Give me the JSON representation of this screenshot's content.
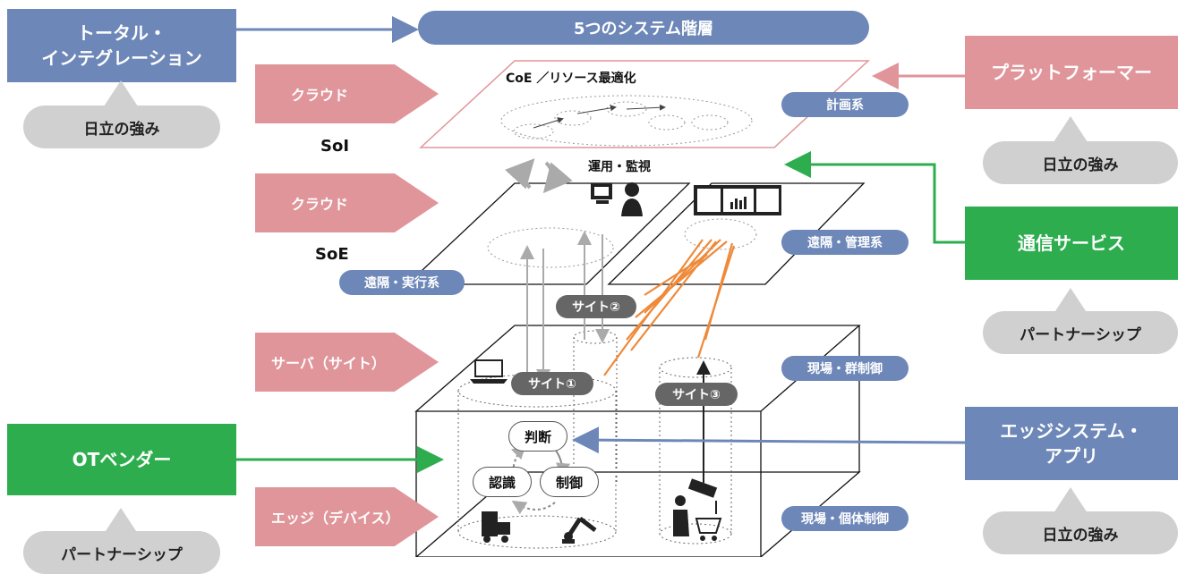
{
  "left_boxes": {
    "total_integration": "トータル・\nインテグレーション",
    "total_strength": "日立の強み",
    "ot_vendor": "OTベンダー",
    "ot_partnership": "パートナーシップ"
  },
  "right_boxes": {
    "platformer": "プラットフォーマー",
    "platformer_strength": "日立の強み",
    "telecom": "通信サービス",
    "telecom_partnership": "パートナーシップ",
    "edge_system": "エッジシステム・\nアプリ",
    "edge_strength": "日立の強み"
  },
  "header": {
    "title": "5つのシステム階層"
  },
  "layers": {
    "cloud1": "クラウド",
    "soi": "SoI",
    "cloud2": "クラウド",
    "soe": "SoE",
    "server": "サーバ（サイト）",
    "edge": "エッジ（デバイス）"
  },
  "tags": {
    "planning": "計画系",
    "remote_mgmt": "遠隔・管理系",
    "remote_exec": "遠隔・実行系",
    "site_group": "現場・群制御",
    "site_individual": "現場・個体制御"
  },
  "scene": {
    "coe": "CoE ／リソース最適化",
    "ops": "運用・監視",
    "site2": "サイト②",
    "site1": "サイト①",
    "site3": "サイト③",
    "judge": "判断",
    "recognize": "認識",
    "control": "制御"
  },
  "colors": {
    "blue": "#6d87b8",
    "pink": "#e0959a",
    "green": "#2ead4f",
    "orange": "#ee8a3a",
    "gray": "#d0d0d0"
  }
}
